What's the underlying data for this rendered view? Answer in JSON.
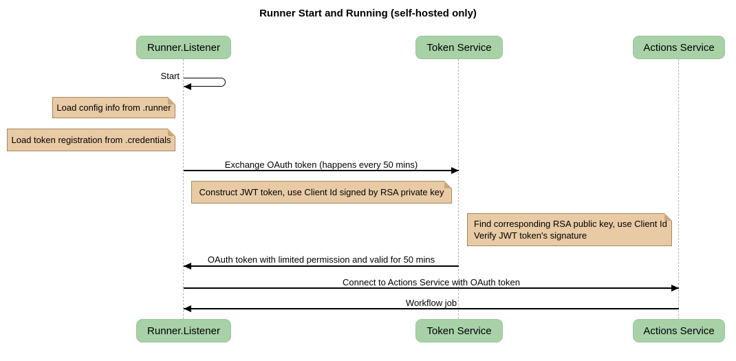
{
  "title": "Runner Start and Running (self-hosted only)",
  "participants": [
    {
      "label": "Runner.Listener"
    },
    {
      "label": "Token Service"
    },
    {
      "label": "Actions Service"
    }
  ],
  "messages": {
    "start": "Start",
    "exchange_oauth": "Exchange OAuth token (happens every 50 mins)",
    "oauth_return": "OAuth token with limited permission and valid for 50 mins",
    "connect_actions": "Connect to Actions Service with OAuth token",
    "workflow_job": "Workflow job"
  },
  "notes": {
    "load_config": "Load config info from .runner",
    "load_token_registration": "Load token registration from .credentials",
    "construct_jwt": "Construct JWT token, use Client Id signed by RSA private key",
    "find_rsa_line1": "Find corresponding RSA public key, use Client Id",
    "find_rsa_line2": "Verify JWT token's signature"
  },
  "colors": {
    "participant_fill": "#a8d1a8",
    "participant_border": "#97c497",
    "note_fill": "#e8caa5",
    "note_border": "#a5865c",
    "lifeline": "#b3b3b3",
    "arrow": "#000000",
    "background": "#ffffff"
  }
}
